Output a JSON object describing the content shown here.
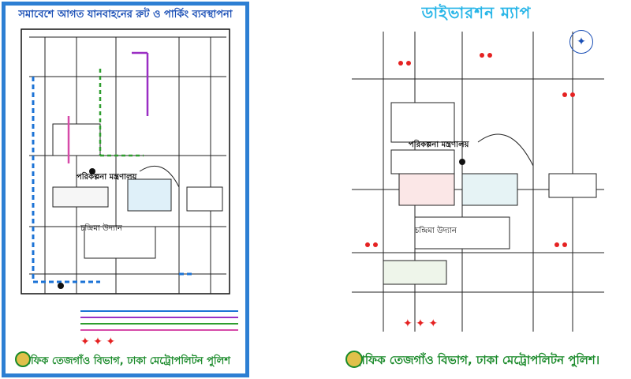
{
  "left": {
    "title": "সমাবেশে আগত যানবাহনের রুট ও পার্কিং ব্যবস্থাপনা",
    "footer": "ট্রাফিক তেজগাঁও বিভাগ, ঢাকা মেট্রোপলিটন পুলিশ",
    "labels": {
      "chandrima": "চন্দ্রিমা উদ্যান",
      "sochibaloy": "পরিকল্পনা মন্ত্রণালয়"
    },
    "legend": []
  },
  "right": {
    "title": "ডাইভারশন ম্যাপ",
    "footer": "ট্রাফিক তেজগাঁও বিভাগ, ঢাকা মেট্রোপলিটন পুলিশ।",
    "labels": {
      "chandrima": "চন্দ্রিমা উদ্যান",
      "sochibaloy": "পরিকল্পনা মন্ত্রণালয়"
    }
  },
  "colors": {
    "frame": "#2d7fd3",
    "title_left": "#1a4fb6",
    "title_right": "#29b6e8",
    "footer": "#1a8a2a",
    "marker": "#e52222"
  }
}
